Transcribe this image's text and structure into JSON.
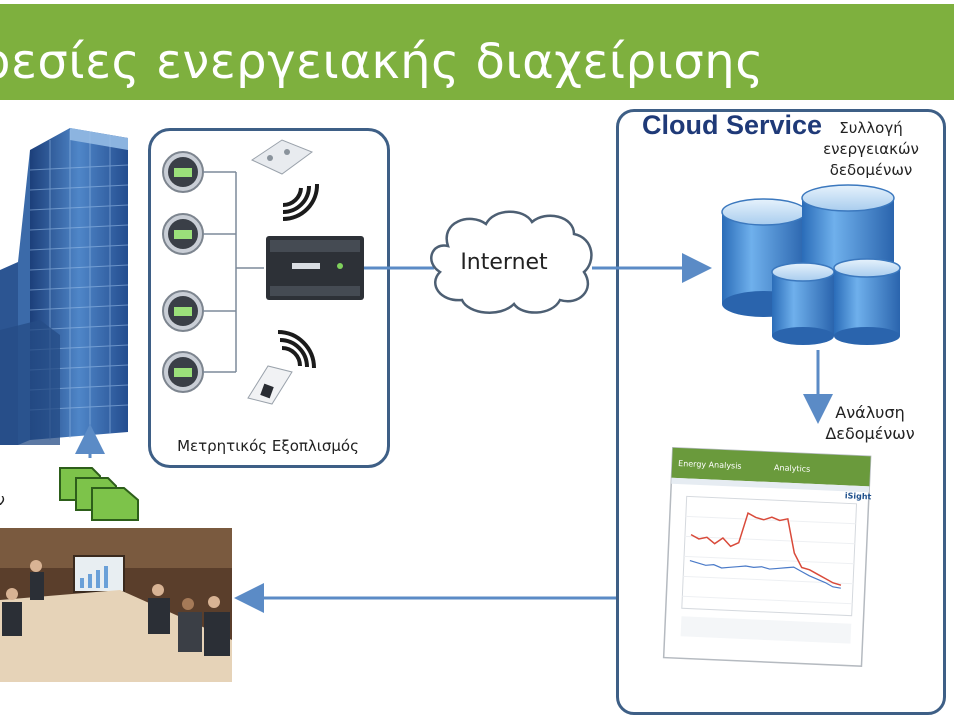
{
  "header": {
    "title": "ρεσίες ενεργειακής διαχείρισης",
    "color": "#7eb03e"
  },
  "metering": {
    "label": "Μετρητικός Εξοπλισμός"
  },
  "internet": {
    "label": "Internet"
  },
  "cloud": {
    "title": "Cloud Service",
    "collect_label": "Συλλογή ενεργειακών δεδομένων",
    "collect_lines": [
      "Συλλογή",
      "ενεργειακών",
      "δεδομένων"
    ],
    "analysis_lines": [
      "Ανάλυση",
      "Δεδομένων"
    ]
  },
  "left_fragment": "ν",
  "dashboard": {
    "title": "Energy Analysis",
    "brand": "Analytics",
    "logo": "iSight"
  },
  "colors": {
    "box_border": "#3e5f86",
    "arrow": "#5b8bc6",
    "database": "#3f86d2",
    "document": "#7dc34a",
    "building": "#3f6fb0"
  }
}
